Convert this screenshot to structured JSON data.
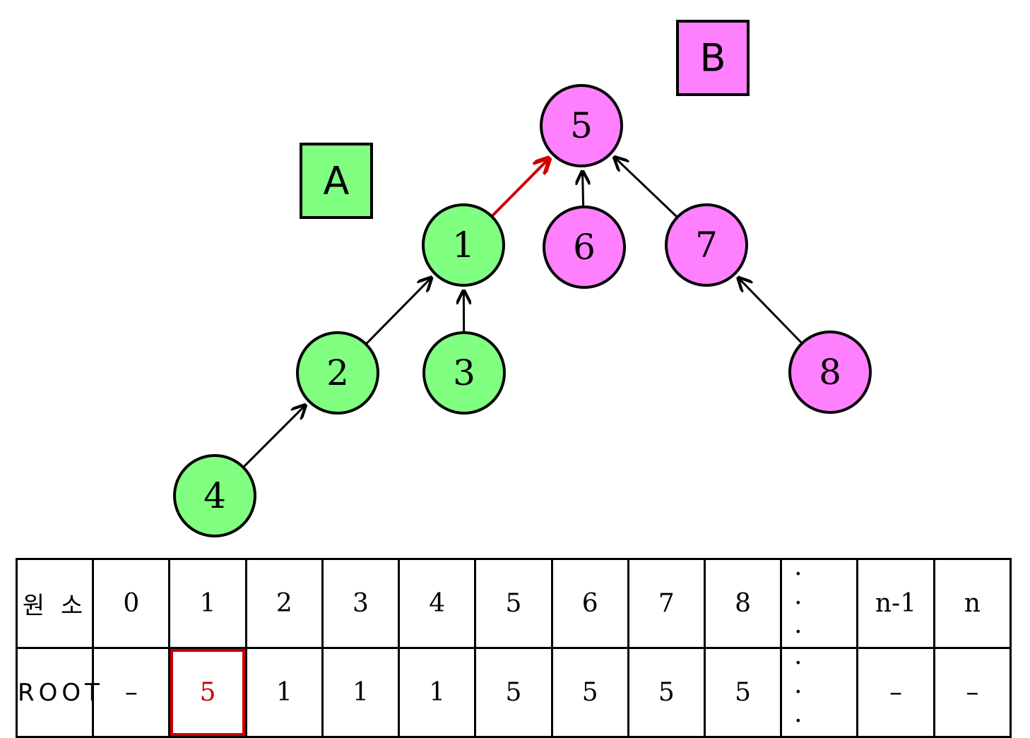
{
  "groups": [
    {
      "label": "A",
      "color": "#80ff80"
    },
    {
      "label": "B",
      "color": "#ff80ff"
    }
  ],
  "nodes": [
    {
      "id": "5",
      "group": "B"
    },
    {
      "id": "1",
      "group": "A"
    },
    {
      "id": "6",
      "group": "B"
    },
    {
      "id": "7",
      "group": "B"
    },
    {
      "id": "2",
      "group": "A"
    },
    {
      "id": "3",
      "group": "A"
    },
    {
      "id": "8",
      "group": "B"
    },
    {
      "id": "4",
      "group": "A"
    }
  ],
  "edges": [
    {
      "from": "1",
      "to": "5",
      "highlight": true
    },
    {
      "from": "6",
      "to": "5"
    },
    {
      "from": "7",
      "to": "5"
    },
    {
      "from": "2",
      "to": "1"
    },
    {
      "from": "3",
      "to": "1"
    },
    {
      "from": "8",
      "to": "7"
    },
    {
      "from": "4",
      "to": "2"
    }
  ],
  "highlight_color": "#cc0000",
  "table": {
    "row1": [
      "원 소",
      "0",
      "1",
      "2",
      "3",
      "4",
      "5",
      "6",
      "7",
      "8",
      "· · ·",
      "n-1",
      "n"
    ],
    "row2": [
      "ROOT",
      "–",
      "5",
      "1",
      "1",
      "1",
      "5",
      "5",
      "5",
      "5",
      "· · ·",
      "–",
      "–"
    ],
    "highlight_column": 2
  }
}
